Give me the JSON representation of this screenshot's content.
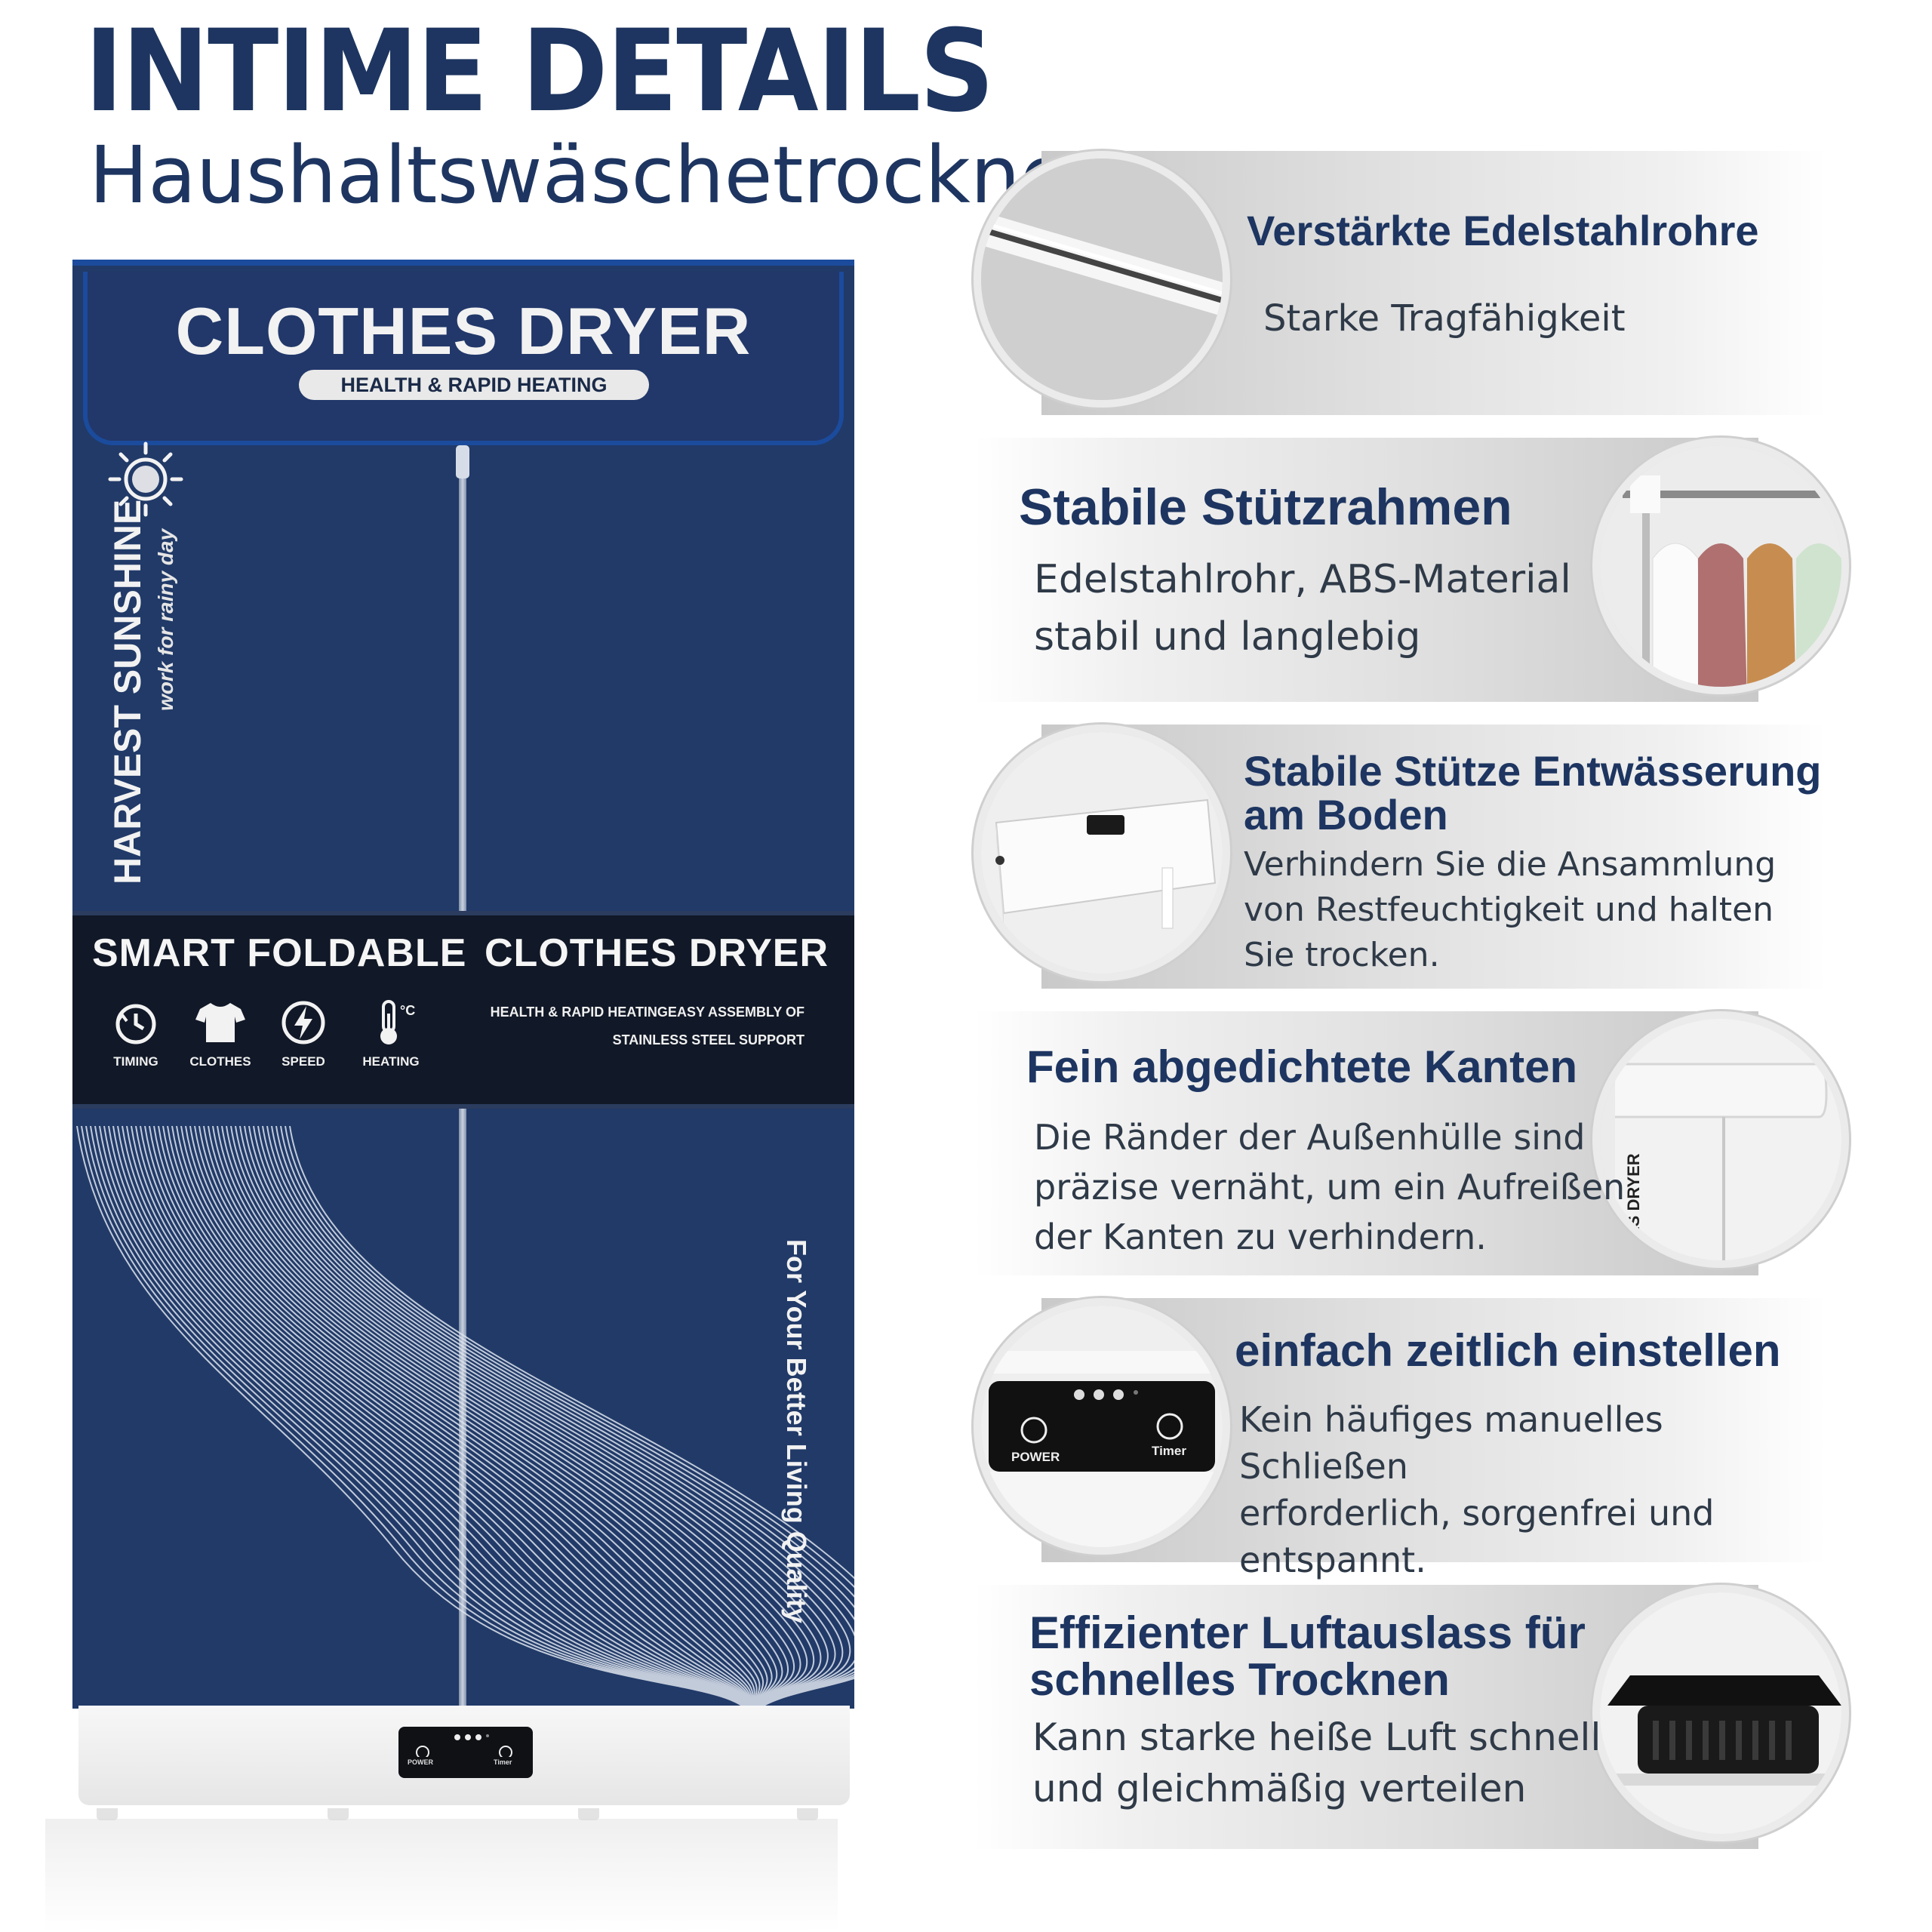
{
  "header": {
    "title": "INTIME DETAILS",
    "subtitle": "Haushaltswäschetrockner"
  },
  "product": {
    "flap_title": "CLOTHES DRYER",
    "flap_badge": "HEALTH & RAPID HEATING",
    "brand": "HARVEST SUNSHINE",
    "brand_tagline": "work for rainy day",
    "band_left_title": "SMART FOLDABLE",
    "band_right_title": "CLOTHES DRYER",
    "band_right_line1": "HEALTH & RAPID HEATINGEASY ASSEMBLY OF",
    "band_right_line2": "STAINLESS STEEL SUPPORT",
    "features": [
      {
        "label": "TIMING",
        "icon": "timer-icon"
      },
      {
        "label": "CLOTHES",
        "icon": "tshirt-icon"
      },
      {
        "label": "SPEED",
        "icon": "lightning-icon"
      },
      {
        "label": "HEATING",
        "icon": "thermometer-icon"
      }
    ],
    "slogan": "For Your Better Living Quality",
    "panel_power": "POWER",
    "panel_timer": "Timer"
  },
  "cards": [
    {
      "title": "Verstärkte Edelstahlrohre",
      "desc": [
        "Starke Tragfähigkeit"
      ],
      "image": "steel-tube"
    },
    {
      "title": "Stabile Stützrahmen",
      "desc": [
        "Edelstahlrohr, ABS-Material",
        "stabil und langlebig"
      ],
      "image": "clothes-rack"
    },
    {
      "title": "Stabile Stütze Entwässerung",
      "title2": "am Boden",
      "desc": [
        "Verhindern Sie die Ansammlung",
        "von Restfeuchtigkeit und halten",
        "Sie trocken."
      ],
      "image": "base-drain"
    },
    {
      "title": "Fein abgedichtete Kanten",
      "desc": [
        "Die Ränder der Außenhülle sind",
        "präzise vernäht, um ein Aufreißen",
        "der Kanten zu verhindern."
      ],
      "image": "sealed-edge",
      "image_text": "ES DRYER"
    },
    {
      "title": "einfach zeitlich einstellen",
      "desc": [
        "Kein häufiges manuelles Schließen",
        "erforderlich, sorgenfrei und",
        "entspannt."
      ],
      "image": "control-panel",
      "panel_power": "POWER",
      "panel_timer": "Timer"
    },
    {
      "title": "Effizienter Luftauslass für",
      "title2": "schnelles Trocknen",
      "desc": [
        "Kann starke heiße Luft schnell",
        "und gleichmäßig verteilen"
      ],
      "image": "air-outlet"
    }
  ],
  "colors": {
    "navy_text": "#1d3560",
    "cover_blue": "#213a68",
    "band_dark": "#111827",
    "card_grey": "#d6d6d6"
  }
}
